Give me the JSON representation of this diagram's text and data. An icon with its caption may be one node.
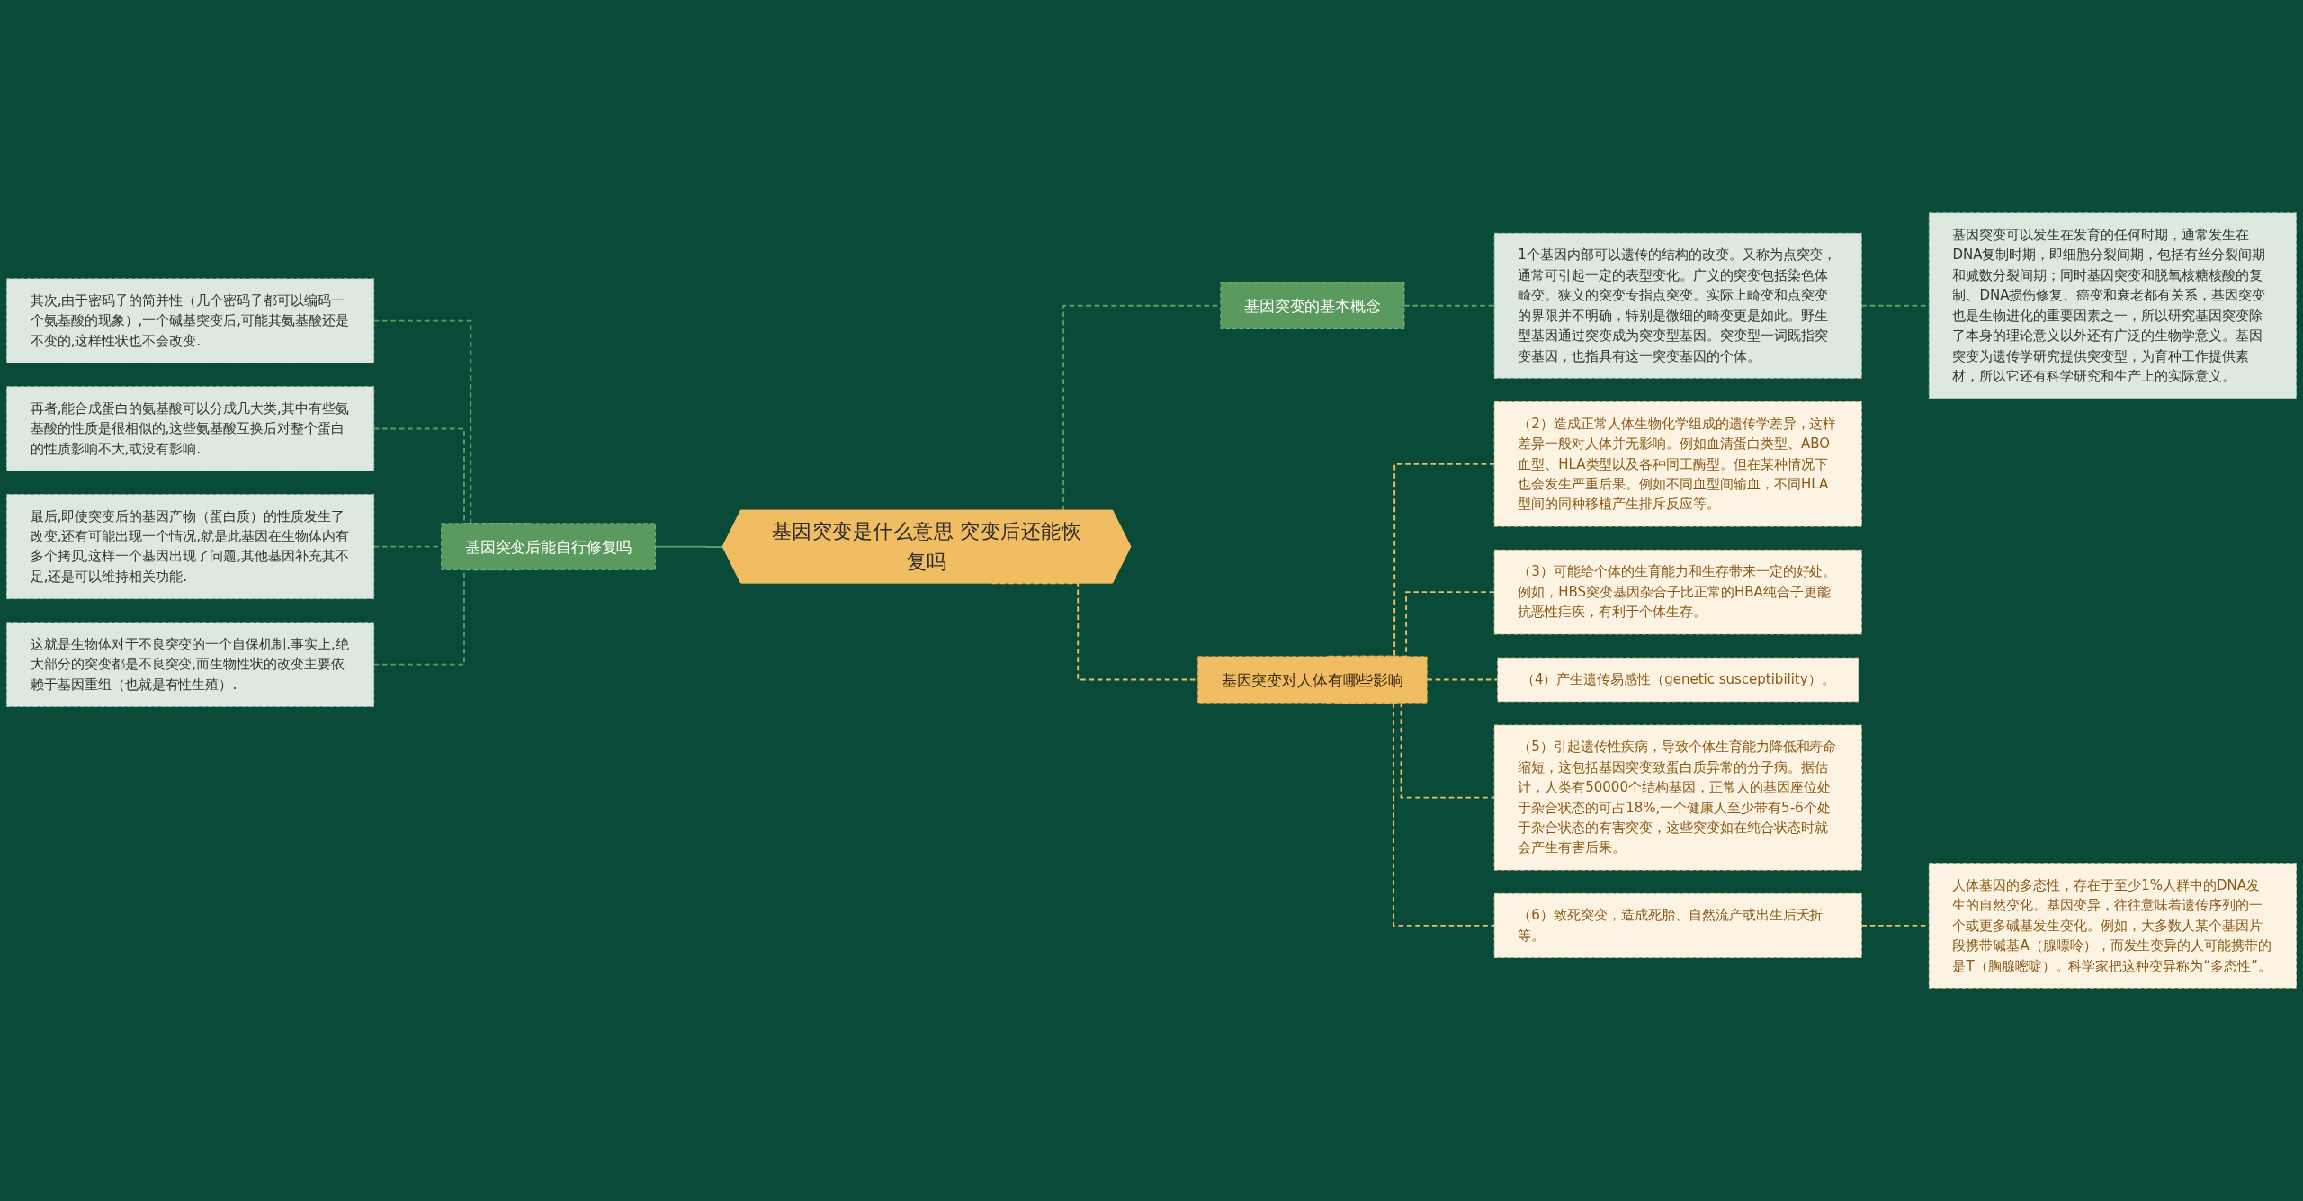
{
  "diagram": {
    "nodes": [
      {
        "text": [
          "基因突变是什么意思 突变后还能恢复吗"
        ]
      },
      {
        "text": [
          "基因突变后能自行修复吗"
        ]
      },
      {
        "text": [
          "其次,由于密码子的简并性（几个密码子都可以编码一个氨基酸的现象）,一个碱基突变后,可能其氨基酸还是不变的,这样性状也不会改变."
        ]
      },
      {
        "text": [
          "再者,能合成蛋白的氨基酸可以分成几大类,其中有些氨基酸的性质是很相似的,这些氨基酸互换后对整个蛋白的性质影响不大,或没有影响."
        ]
      },
      {
        "text": [
          "最后,即使突变后的基因产物（蛋白质）的性质发生了改变,还有可能出现一个情况,就是此基因在生物体内有多个拷贝,这样一个基因出现了问题,其他基因补充其不足,还是可以维持相关功能."
        ]
      },
      {
        "text": [
          "这就是生物体对于不良突变的一个自保机制.事实上,绝大部分的突变都是不良突变,而生物性状的改变主要依赖于基因重组（也就是有性生殖）."
        ]
      },
      {
        "text": [
          "基因突变的基本概念"
        ]
      },
      {
        "text": [
          "1个基因内部可以遗传的结构的改变。又称为点突变，通常可引起一定的表型变化。广义的突变包括染色体畸变。狭义的突变专指点突变。实际上畸变和点突变的界限并不明确，特别是微细的畸变更是如此。野生型基因通过突变成为突变型基因。突变型一词既指突变基因，也指具有这一突变基因的个体。"
        ]
      },
      {
        "text": [
          "基因突变可以发生在发育的任何时期，通常发生在DNA复制时期，即细胞分裂间期，包括有丝分裂间期和减数分裂间期；同时基因突变和脱氧核糖核酸的复制、DNA损伤修复、癌变和衰老都有关系，基因突变也是生物进化的重要因素之一，所以研究基因突变除了本身的理论意义以外还有广泛的生物学意义。基因突变为遗传学研究提供突变型，为育种工作提供素材，所以它还有科学研究和生产上的实际意义。"
        ]
      },
      {
        "text": [
          "基因突变对人体有哪些影响"
        ]
      },
      {
        "text": [
          "（2）造成正常人体生物化学组成的遗传学差异，这样差异一般对人体并无影响。例如血清蛋白类型、ABO血型、HLA类型以及各种同工酶型。但在某种情况下也会发生严重后果。例如不同血型间输血，不同HLA型间的同种移植产生排斥反应等。"
        ]
      },
      {
        "text": [
          "（3）可能给个体的生育能力和生存带来一定的好处。例如，HBS突变基因杂合子比正常的HBA纯合子更能抗恶性疟疾，有利于个体生存。"
        ]
      },
      {
        "text": [
          "（4）产生遗传易感性（genetic susceptibility）。"
        ]
      },
      {
        "text": [
          "（5）引起遗传性疾病，导致个体生育能力降低和寿命缩短，这包括基因突变致蛋白质异常的分子病。据估计，人类有50000个结构基因，正常人的基因座位处于杂合状态的可占18%,一个健康人至少带有5-6个处于杂合状态的有害突变，这些突变如在纯合状态时就会产生有害后果。"
        ]
      },
      {
        "text": [
          "（6）致死突变，造成死胎、自然流产或出生后夭折等。"
        ]
      },
      {
        "text": [
          "人体基因的多态性，存在于至少1%人群中的DNA发生的自然变化。基因变异，往往意味着遗传序列的一个或更多碱基发生变化。例如，大多数人某个基因片段携带碱基A（腺嘌呤），而发生变异的人可能携带的是T（胸腺嘧啶）。科学家把这种变异称为“多态性”。"
        ]
      }
    ],
    "edges": [
      {
        "from": 1,
        "to": 0,
        "arrow": "none"
      },
      {
        "from": 2,
        "to": 1,
        "arrow": "none",
        "style": "dashed"
      },
      {
        "from": 3,
        "to": 1,
        "arrow": "none",
        "style": "dashed"
      },
      {
        "from": 4,
        "to": 1,
        "arrow": "none",
        "style": "dashed"
      },
      {
        "from": 5,
        "to": 1,
        "arrow": "none",
        "style": "dashed"
      },
      {
        "from": 0,
        "to": 6,
        "arrow": "none",
        "style": "dashed"
      },
      {
        "from": 6,
        "to": 7,
        "arrow": "none",
        "style": "dashed"
      },
      {
        "from": 7,
        "to": 8,
        "arrow": "none",
        "style": "dashed"
      },
      {
        "from": 0,
        "to": 9,
        "arrow": "none",
        "style": "dashed",
        "color": "#f0bd62"
      },
      {
        "from": 9,
        "to": 10,
        "arrow": "none",
        "style": "dashed",
        "color": "#f0bd62"
      },
      {
        "from": 9,
        "to": 11,
        "arrow": "none",
        "style": "dashed",
        "color": "#f0bd62"
      },
      {
        "from": 9,
        "to": 12,
        "arrow": "none",
        "style": "dashed",
        "color": "#f0bd62"
      },
      {
        "from": 9,
        "to": 13,
        "arrow": "none",
        "style": "dashed",
        "color": "#f0bd62"
      },
      {
        "from": 9,
        "to": 14,
        "arrow": "none",
        "style": "dashed",
        "color": "#f0bd62"
      },
      {
        "from": 14,
        "to": 15,
        "arrow": "none",
        "style": "dashed",
        "color": "#f0bd62"
      }
    ]
  }
}
